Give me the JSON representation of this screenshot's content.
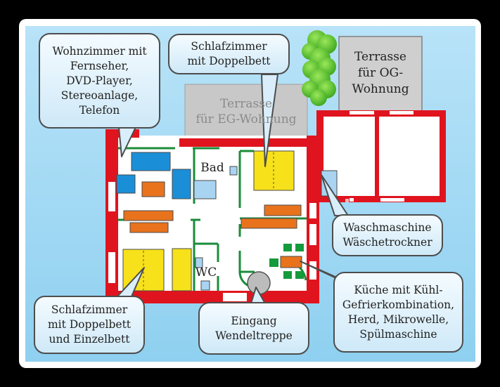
{
  "labels": {
    "wohnzimmer": "Wohnzimmer mit\nFernseher,\nDVD-Player,\nStereoanlage,\nTelefon",
    "schlafzimmer_og": "Schlafzimmer\nmit Doppelbett",
    "terrasse_eg": "Terrasse\nfür EG-Wohnung",
    "terrasse_og": "Terrasse\nfür OG-\nWohnung",
    "bad": "Bad",
    "wc": "WC",
    "waschmaschine": "Waschmaschine\nWäschetrockner",
    "schlafzimmer_unten": "Schlafzimmer\nmit Doppelbett\nund Einzelbett",
    "eingang": "Eingang\nWendeltreppe",
    "kueche": "Küche mit Kühl-\nGefrierkombination,\nHerd, Mikrowelle,\nSpülmaschine"
  },
  "colors": {
    "sky": "#a9dbf4",
    "wall": "#e0141e",
    "partition": "#1a8c3a",
    "sofa": "#1a8fd8",
    "table": "#e8731c",
    "bed": "#f7e11a",
    "fixture": "#a8d4f2",
    "terrace": "#c8c8c8",
    "tree": "#5cc72b"
  }
}
